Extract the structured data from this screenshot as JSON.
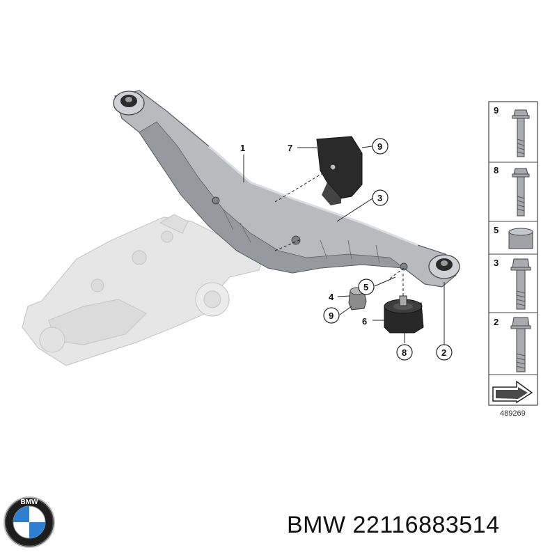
{
  "diagram": {
    "callouts": [
      {
        "id": "c1",
        "label": "1"
      },
      {
        "id": "c7",
        "label": "7"
      },
      {
        "id": "c9a",
        "label": "9"
      },
      {
        "id": "c3",
        "label": "3"
      },
      {
        "id": "c4",
        "label": "4"
      },
      {
        "id": "c5",
        "label": "5"
      },
      {
        "id": "c9b",
        "label": "9"
      },
      {
        "id": "c6",
        "label": "6"
      },
      {
        "id": "c8",
        "label": "8"
      },
      {
        "id": "c2",
        "label": "2"
      }
    ],
    "side_panel": [
      "9",
      "8",
      "5",
      "3",
      "2"
    ],
    "diagram_id": "489269"
  },
  "caption": {
    "brand": "BMW",
    "part_number": "22116883514"
  },
  "colors": {
    "beam": "#b6b8bb",
    "beam_dark": "#8d9094",
    "rubber": "#2c2c2c",
    "housing": "#e4e4e4",
    "outline": "#555555"
  },
  "logo": {
    "letters": "BMW"
  }
}
